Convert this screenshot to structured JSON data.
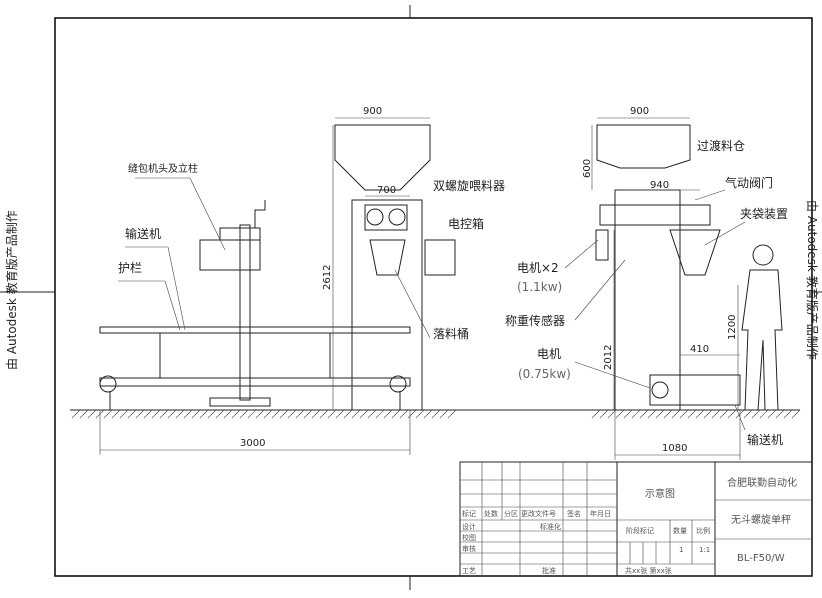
{
  "watermark": "由 Autodesk 教育版产品制作",
  "left_view": {
    "labels": {
      "sewing_head": "缝包机头及立柱",
      "conveyor": "输送机",
      "guardrail": "护栏",
      "twin_screw_feeder": "双螺旋喂料器",
      "control_box": "电控箱",
      "drop_bucket": "落料桶"
    },
    "dims": {
      "hopper_width": "900",
      "feeder_width": "700",
      "height": "2612",
      "length": "3000"
    }
  },
  "right_view": {
    "labels": {
      "transition_bin": "过渡料仓",
      "pneumatic_valve": "气动阀门",
      "bag_clamp": "夹袋装置",
      "motor_x2": "电机×2",
      "motor_x2_power": "(1.1kw)",
      "load_cell": "称重传感器",
      "motor": "电机",
      "motor_power": "(0.75kw)",
      "conveyor": "输送机"
    },
    "dims": {
      "hopper_width": "900",
      "bin_height": "600",
      "bin_width": "940",
      "height": "2012",
      "clamp_height": "1200",
      "conveyor_motor": "410",
      "base_width": "1080"
    }
  },
  "title_block": {
    "revision_headers": [
      "标记",
      "处数",
      "分区",
      "更改文件号",
      "签名",
      "年月日"
    ],
    "roles": [
      "设计",
      "校图",
      "审核",
      "工艺"
    ],
    "standardization": "标准化",
    "approval": "批准",
    "drawing_type": "示意图",
    "stage_mark": "阶段标记",
    "quantity_label": "数量",
    "scale_label": "比例",
    "quantity": "1",
    "scale": "1:1",
    "sheets": "共xx张 第xx张",
    "company": "合肥联勤自动化",
    "product": "无斗螺旋单秤",
    "drawing_no": "BL-F50/W"
  }
}
